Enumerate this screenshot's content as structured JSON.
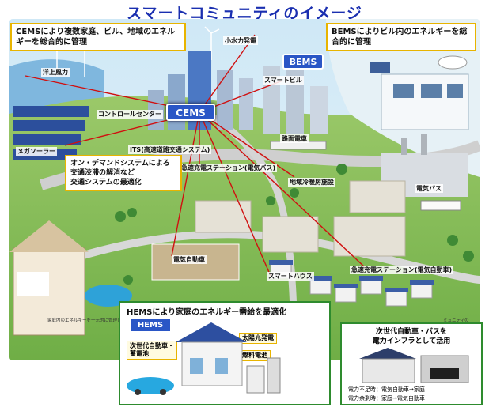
{
  "title": "スマートコミュニティのイメージ",
  "callouts": {
    "cems": "CEMSにより複数家庭、ビル、地域のエネルギーを総合的に管理",
    "bems": "BEMSによりビル内のエネルギーを総合的に管理",
    "transport": [
      "オン・デマンドシステムによる",
      "交通渋滞の解消など",
      "交通システムの最適化"
    ]
  },
  "tags": {
    "cems": "CEMS",
    "bems": "BEMS",
    "hems": "HEMS"
  },
  "labels": {
    "small_hydro": "小水力発電",
    "offshore_wind": "洋上風力",
    "smart_building": "スマートビル",
    "control_center": "コントロールセンター",
    "tram": "路面電車",
    "mega_solar": "メガソーラー",
    "its": "ITS(高速道路交通システム)",
    "quick_charge_bus": "急速充電ステーション(電気バス)",
    "district_heating": "地域冷暖房施設",
    "electric_bus": "電気バス",
    "electric_car": "電気自動車",
    "smart_house": "スマートハウス",
    "quick_charge_car": "急速充電ステーション(電気自動車)"
  },
  "hems_panel": {
    "title": "HEMSにより家庭のエネルギー需給を最適化",
    "next_gen_car": [
      "次世代自動車・",
      "蓄電池"
    ],
    "solar": "太陽光発電",
    "fuel_cell": "燃料電池"
  },
  "ev_panel": {
    "title": [
      "次世代自動車・バスを",
      "電力インフラとして活用"
    ],
    "shortage": "電力不足時：電気自動車→家庭",
    "surplus": "電力余剰時：家庭→電気自動車"
  },
  "footnotes": {
    "left": "家庭内のエネルギーを一元的に管理し",
    "right": "ミュニティの"
  },
  "colors": {
    "title": "#1a2fb0",
    "tag_blue": "#2a56c6",
    "callout_border": "#e8b400",
    "panel_border": "#2e8b2e",
    "link_lines": "#d01010"
  }
}
